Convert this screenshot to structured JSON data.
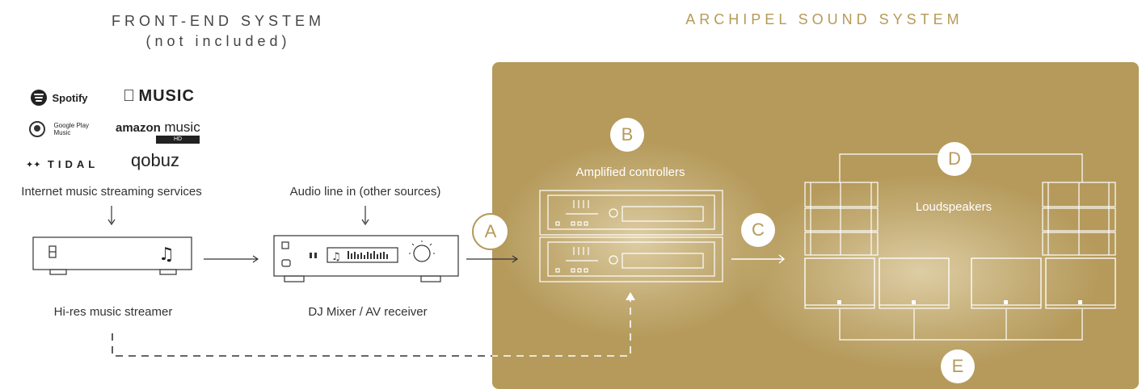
{
  "headers": {
    "front_end_line1": "FRONT-END SYSTEM",
    "front_end_line2": "(not included)",
    "archipel": "ARCHIPEL SOUND SYSTEM"
  },
  "services": {
    "spotify": "Spotify",
    "apple_music": "MUSIC",
    "google_play_line1": "Google Play",
    "google_play_line2": "Music",
    "amazon": "amazon",
    "amazon_music": "music",
    "amazon_hd": "HD",
    "tidal": "TIDAL",
    "qobuz": "qobuz"
  },
  "labels": {
    "streaming": "Internet music streaming services",
    "audio_line_in": "Audio line in (other sources)",
    "streamer": "Hi-res music streamer",
    "mixer": "DJ Mixer / AV receiver",
    "controllers": "Amplified controllers",
    "loudspeakers": "Loudspeakers"
  },
  "badges": {
    "a": "A",
    "b": "B",
    "c": "C",
    "d": "D",
    "e": "E"
  },
  "colors": {
    "gold": "#b59a5b",
    "header_gold": "#b69a57",
    "text": "#333333"
  }
}
